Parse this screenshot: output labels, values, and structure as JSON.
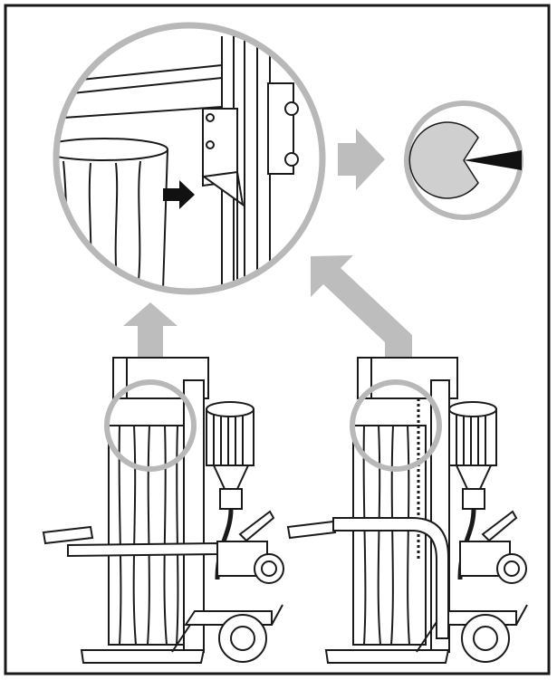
{
  "figure": {
    "panels": [
      {
        "id": "splitter-left",
        "log_support": "straight-bar"
      },
      {
        "id": "splitter-right",
        "log_support": "raised-bent-bar"
      }
    ],
    "detail_view": {
      "shows": "log-against-wedge",
      "arrow": "black-push-arrow"
    },
    "result_view": {
      "shows": "log-split-cross-section"
    },
    "colors": {
      "frame": "#1a1a1a",
      "highlight_gray": "#b8b8b8",
      "arrow_gray": "#bdbdbd",
      "log_fill": "#cfcfcf",
      "background": "#ffffff"
    },
    "icons": [
      "zoom-circle-icon",
      "right-arrow-icon",
      "split-log-icon"
    ]
  }
}
